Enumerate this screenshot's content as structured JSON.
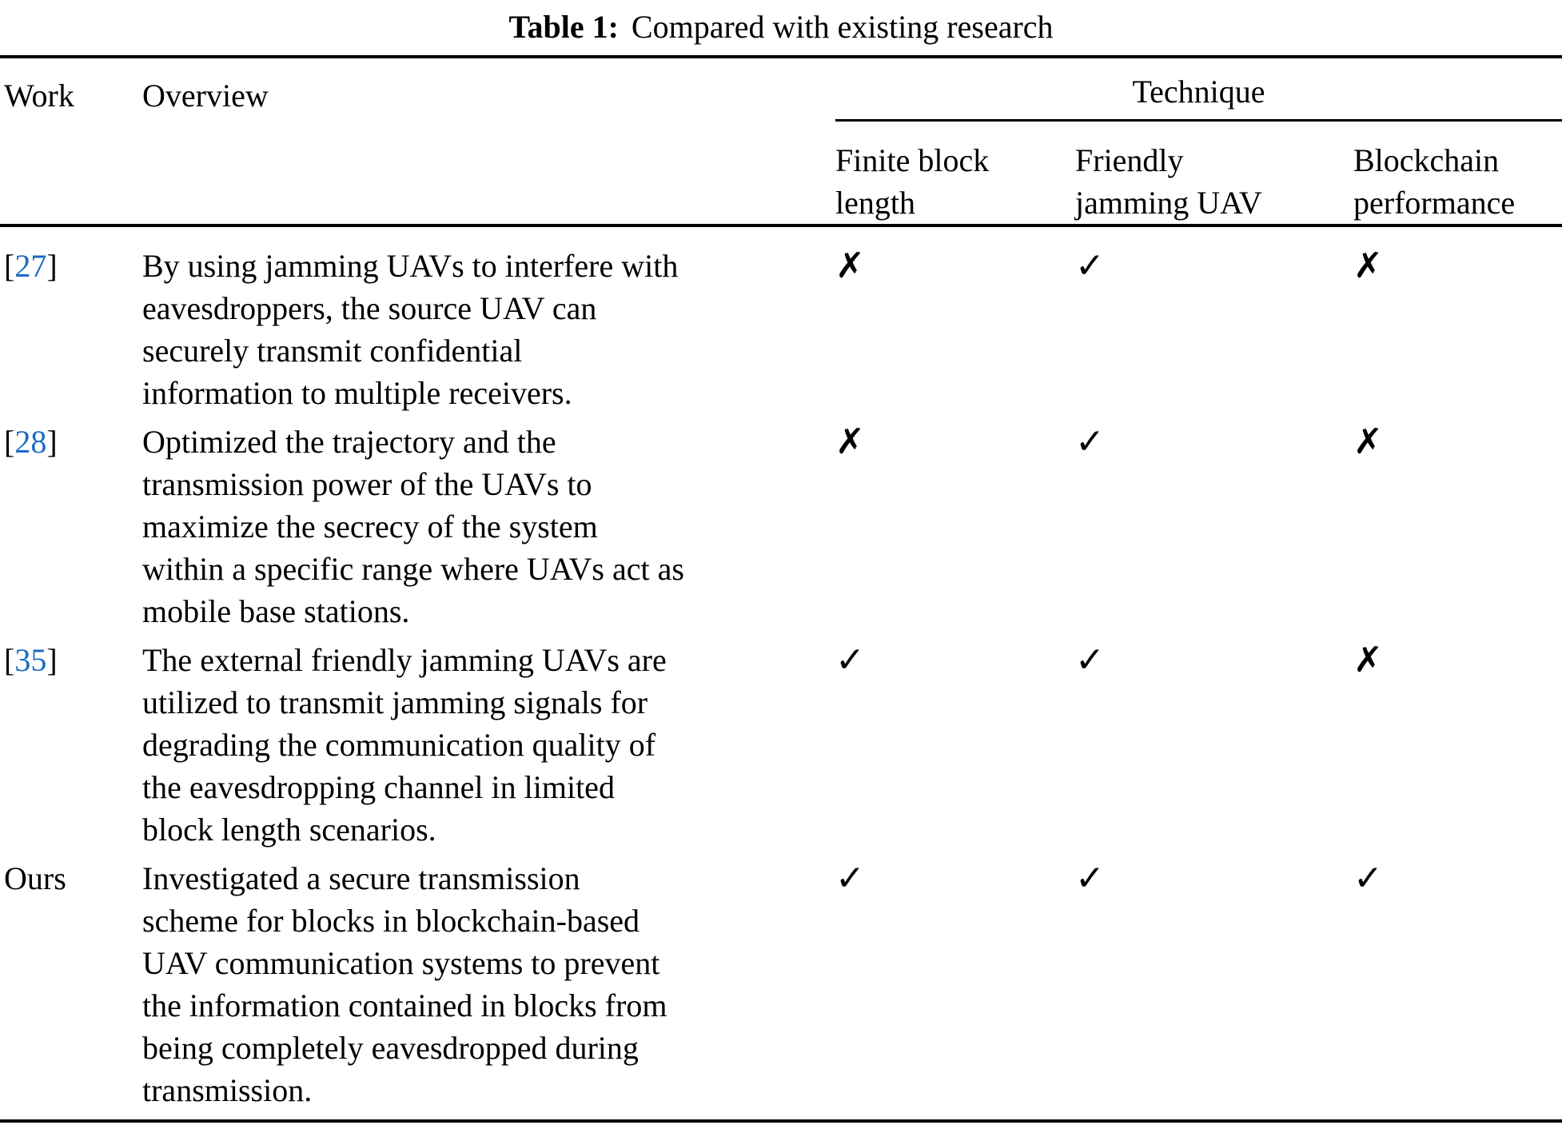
{
  "caption": {
    "label": "Table 1:",
    "text": "Compared with existing research"
  },
  "table": {
    "columns": {
      "work": "Work",
      "overview": "Overview",
      "technique_group": "Technique",
      "technique_subcolumns": [
        {
          "id": "finite_block_length",
          "lines": [
            "Finite block",
            "length"
          ]
        },
        {
          "id": "friendly_jamming_uav",
          "lines": [
            "Friendly",
            "jamming UAV"
          ]
        },
        {
          "id": "blockchain_performance",
          "lines": [
            "Blockchain",
            "performance"
          ]
        }
      ]
    },
    "symbols": {
      "check": "✓",
      "cross": "✗"
    },
    "colors": {
      "citation_blue": "#1a6bc4",
      "text_black": "#000000"
    },
    "rows": [
      {
        "work": "27",
        "work_type": "citation",
        "overview_lines": [
          "By using jamming UAVs to interfere with",
          "eavesdroppers, the source UAV can",
          "securely transmit confidential",
          "information to multiple receivers."
        ],
        "techniques": {
          "finite_block_length": "cross",
          "friendly_jamming_uav": "check",
          "blockchain_performance": "cross"
        }
      },
      {
        "work": "28",
        "work_type": "citation",
        "overview_lines": [
          "Optimized the trajectory and the",
          "transmission power of the UAVs to",
          "maximize the secrecy of the system",
          "within a specific range where UAVs act as",
          "mobile base stations."
        ],
        "techniques": {
          "finite_block_length": "cross",
          "friendly_jamming_uav": "check",
          "blockchain_performance": "cross"
        }
      },
      {
        "work": "35",
        "work_type": "citation",
        "overview_lines": [
          "The external friendly jamming UAVs are",
          "utilized to transmit jamming signals for",
          "degrading the communication quality of",
          "the eavesdropping channel in limited",
          "block length scenarios."
        ],
        "techniques": {
          "finite_block_length": "check",
          "friendly_jamming_uav": "check",
          "blockchain_performance": "cross"
        }
      },
      {
        "work": "Ours",
        "work_type": "plain",
        "overview_lines": [
          "Investigated a secure transmission",
          "scheme for blocks in blockchain-based",
          "UAV communication systems to prevent",
          "the information contained in blocks from",
          "being completely eavesdropped during",
          "transmission."
        ],
        "techniques": {
          "finite_block_length": "check",
          "friendly_jamming_uav": "check",
          "blockchain_performance": "check"
        }
      }
    ]
  }
}
